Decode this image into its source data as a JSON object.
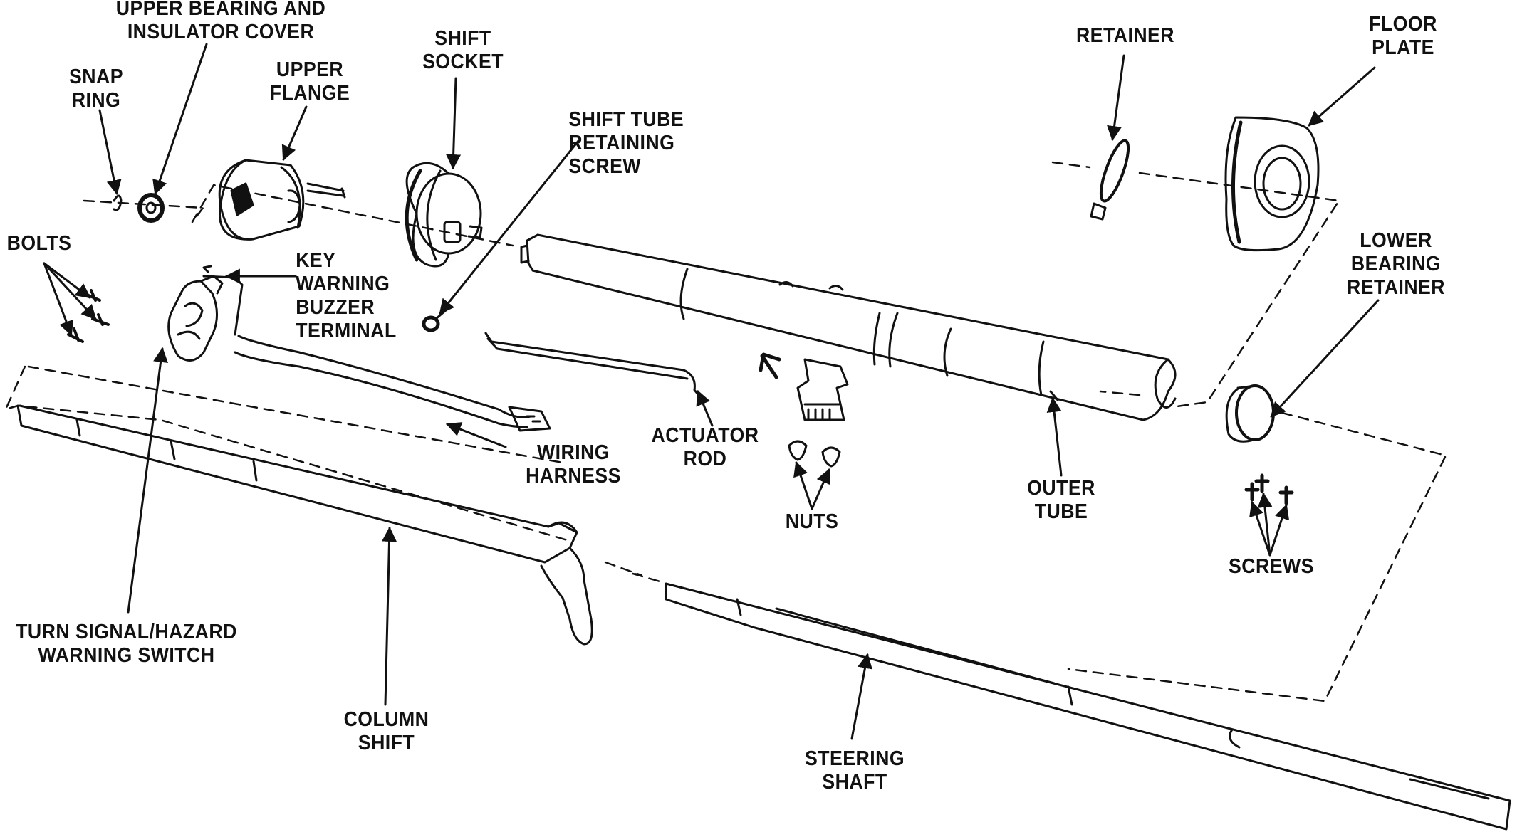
{
  "labels": {
    "upper_bearing": [
      "UPPER BEARING AND",
      "INSULATOR COVER"
    ],
    "snap_ring": [
      "SNAP",
      "RING"
    ],
    "upper_flange": [
      "UPPER",
      "FLANGE"
    ],
    "shift_socket": [
      "SHIFT",
      "SOCKET"
    ],
    "shift_tube_screw": [
      "SHIFT TUBE",
      "RETAINING",
      "SCREW"
    ],
    "retainer": [
      "RETAINER"
    ],
    "floor_plate": [
      "FLOOR",
      "PLATE"
    ],
    "bolts": [
      "BOLTS"
    ],
    "key_warning": [
      "KEY",
      "WARNING",
      "BUZZER",
      "TERMINAL"
    ],
    "lower_bearing": [
      "LOWER",
      "BEARING",
      "RETAINER"
    ],
    "wiring_harness": [
      "WIRING",
      "HARNESS"
    ],
    "actuator_rod": [
      "ACTUATOR",
      "ROD"
    ],
    "nuts": [
      "NUTS"
    ],
    "outer_tube": [
      "OUTER",
      "TUBE"
    ],
    "screws": [
      "SCREWS"
    ],
    "turn_signal": [
      "TURN SIGNAL/HAZARD",
      "WARNING SWITCH"
    ],
    "column_shift": [
      "COLUMN",
      "SHIFT"
    ],
    "steering_shaft": [
      "STEERING",
      "SHAFT"
    ]
  },
  "colors": {
    "ink": "#111111",
    "paper": "#ffffff"
  }
}
